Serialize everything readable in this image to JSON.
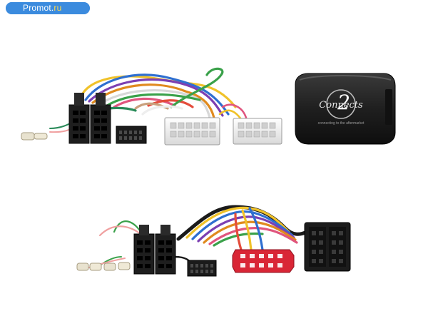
{
  "watermark": {
    "site": "Promot.",
    "tld": "ru"
  },
  "module": {
    "brand_numeral": "2",
    "brand_name": "Connects",
    "tagline": "connecting to the aftermarket"
  },
  "colors": {
    "watermark_bg": "#3b8bde",
    "connector_black": "#1e1e1e",
    "connector_white": "#f2f2f2",
    "connector_red": "#d92636"
  }
}
